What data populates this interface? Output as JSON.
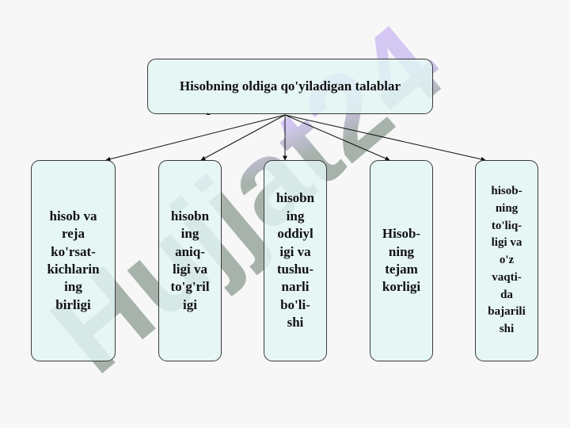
{
  "root": {
    "label": "Hisobning oldiga qo'yiladigan talablar"
  },
  "children": [
    {
      "label": "hisob va\nreja\nko'rsat-\nkichlarin\ning\nbirligi"
    },
    {
      "label": "hisobn\ning\naniq-\nligi va\nto'g'ril\nigi"
    },
    {
      "label": "hisobn\ning\noddiyl\nigi va\ntushu-\nnarli\nbo'li-\nshi"
    },
    {
      "label": "Hisob-\nning\ntejam\nkorligi"
    },
    {
      "label": "hisob-\nning\nto'liq-\nligi va\no'z\nvaqti-\nda\nbajarili\nshi"
    }
  ],
  "watermark": {
    "text": "Hujjat24",
    "colors": [
      "#8c9b92",
      "#c9b8f2"
    ]
  }
}
